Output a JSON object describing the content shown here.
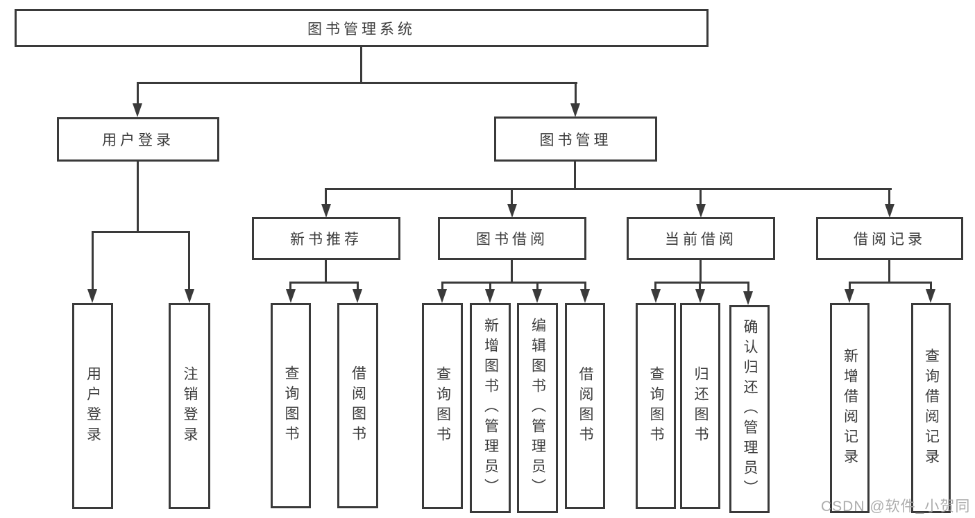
{
  "diagram": {
    "root": {
      "label": "图书管理系统"
    },
    "branches": [
      {
        "label": "用户登录",
        "children": [
          {
            "label": "用户登录"
          },
          {
            "label": "注销登录"
          }
        ]
      },
      {
        "label": "图书管理",
        "children": [
          {
            "label": "新书推荐",
            "children": [
              {
                "label": "查询图书"
              },
              {
                "label": "借阅图书"
              }
            ]
          },
          {
            "label": "图书借阅",
            "children": [
              {
                "label": "查询图书"
              },
              {
                "label": "新增图书（管理员）"
              },
              {
                "label": "编辑图书（管理员）"
              },
              {
                "label": "借阅图书"
              }
            ]
          },
          {
            "label": "当前借阅",
            "children": [
              {
                "label": "查询图书"
              },
              {
                "label": "归还图书"
              },
              {
                "label": "确认归还（管理员）"
              }
            ]
          },
          {
            "label": "借阅记录",
            "children": [
              {
                "label": "新增借阅记录"
              },
              {
                "label": "查询借阅记录"
              }
            ]
          }
        ]
      }
    ]
  },
  "watermark": {
    "text": "CSDN @软件_小贺同学"
  },
  "colors": {
    "line": "#3a3a3a",
    "text": "#3c3c3c",
    "watermark": "#a6a6a6",
    "background": "#ffffff"
  }
}
